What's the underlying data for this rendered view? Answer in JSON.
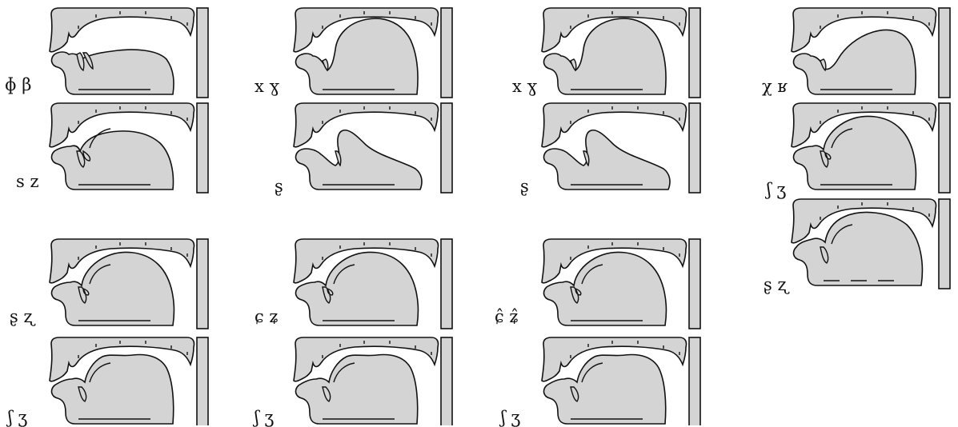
{
  "diagrams": [
    {
      "id": "d01",
      "label": "ɸ β",
      "variant": "bilabial"
    },
    {
      "id": "d02",
      "label": "x ɣ",
      "variant": "dorsal"
    },
    {
      "id": "d03",
      "label": "x ɣ",
      "variant": "dorsal"
    },
    {
      "id": "d04",
      "label": "χ ʁ",
      "variant": "uvular"
    },
    {
      "id": "d05",
      "label": "s z",
      "variant": "dome"
    },
    {
      "id": "d06",
      "label": "ʂ",
      "variant": "retroflex"
    },
    {
      "id": "d07",
      "label": "ʂ",
      "variant": "retroflex"
    },
    {
      "id": "d08",
      "label": "ʃ ʒ",
      "variant": "domed"
    },
    {
      "id": "d09",
      "label": "ʂ ʐ",
      "variant": "domed-low"
    },
    {
      "id": "d10",
      "label": "ʂ ʐ",
      "variant": "domed"
    },
    {
      "id": "d11",
      "label": "ɕ ʑ",
      "variant": "domed"
    },
    {
      "id": "d12",
      "label": "ɕ̂ ʑ̂",
      "variant": "domed"
    },
    {
      "id": "d13",
      "label": "ʃ ʒ",
      "variant": "bunched"
    },
    {
      "id": "d14",
      "label": "ʃ ʒ",
      "variant": "bunched"
    },
    {
      "id": "d15",
      "label": "ʃ ʒ",
      "variant": "bunched"
    }
  ]
}
